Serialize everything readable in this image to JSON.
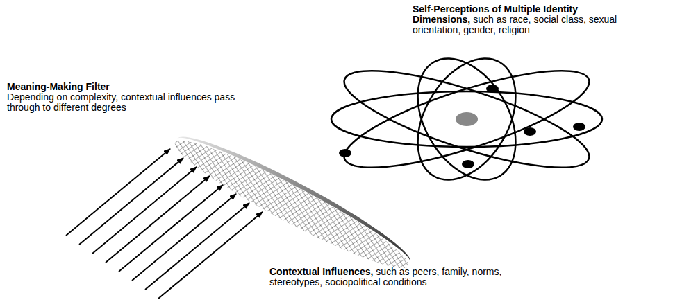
{
  "diagram": {
    "labels": [
      "Self-Perceptions of Multiple Identity Dimensions,",
      "such as race, social class, sexual orientation, gender, religion",
      "Meaning-Making Filter",
      "Depending on complexity, contextual influences pass through to different degrees",
      "Contextual Influences,",
      "such as peers, family, norms, stereotypes, sociopolitical conditions"
    ]
  }
}
